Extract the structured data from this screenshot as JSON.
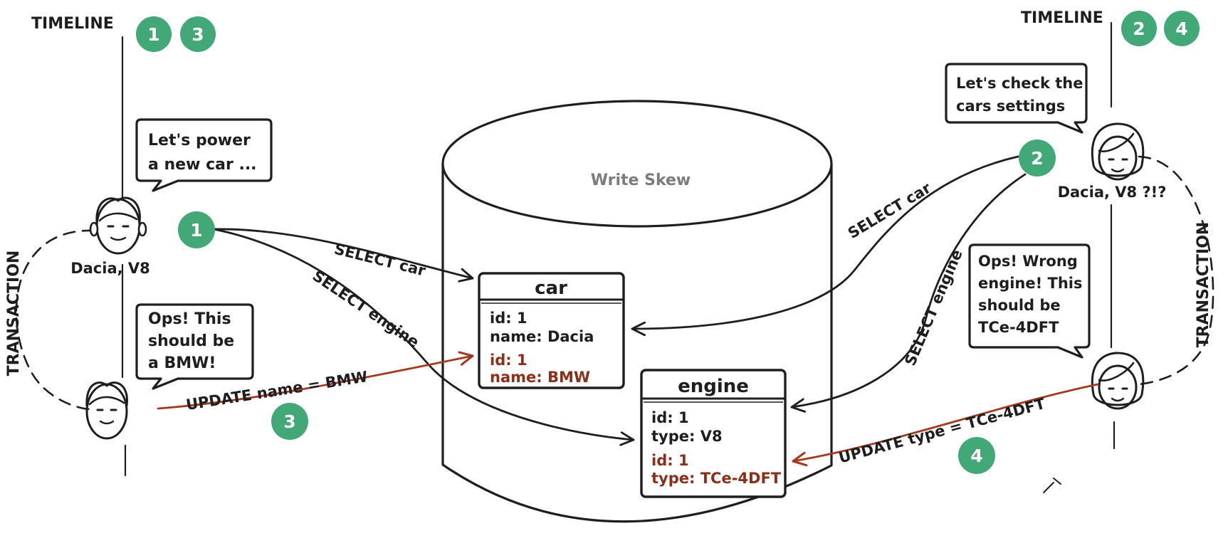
{
  "diagram": {
    "center_title": "Write Skew",
    "colors": {
      "ink": "#1e1e1e",
      "accent_red": "#a23a22",
      "badge_green": "#43a877",
      "title_grey": "#7c7c7c"
    },
    "left": {
      "timeline_label": "TIMELINE",
      "timeline_badges": [
        "1",
        "3"
      ],
      "transaction_label": "TRANSACTION",
      "bubble_top": [
        "Let's power",
        "a new car ..."
      ],
      "person_top_caption": "Dacia, V8",
      "bubble_bottom": [
        "Ops! This",
        "should be",
        "a BMW!"
      ]
    },
    "right": {
      "timeline_label": "TIMELINE",
      "timeline_badges": [
        "2",
        "4"
      ],
      "transaction_label": "TRANSACTION",
      "bubble_top": [
        "Let's check the",
        "cars settings"
      ],
      "person_top_caption": "Dacia, V8 ?!?",
      "bubble_bottom": [
        "Ops! Wrong",
        "engine! This",
        "should be",
        "TCe-4DFT"
      ]
    },
    "car_table": {
      "title": "car",
      "row1": [
        "id: 1",
        "name: Dacia"
      ],
      "row2": [
        "id: 1",
        "name: BMW"
      ]
    },
    "engine_table": {
      "title": "engine",
      "row1": [
        "id: 1",
        "type: V8"
      ],
      "row2": [
        "id: 1",
        "type: TCe-4DFT"
      ]
    },
    "arrows": {
      "left_select_car": "SELECT car",
      "left_select_engine": "SELECT engine",
      "left_update": "UPDATE name = BMW",
      "right_select_car": "SELECT car",
      "right_select_engine": "SELECT engine",
      "right_update": "UPDATE type = TCe-4DFT"
    },
    "step_badges": {
      "left_person_top": "1",
      "left_update": "3",
      "right_person_top": "2",
      "right_update": "4"
    }
  }
}
